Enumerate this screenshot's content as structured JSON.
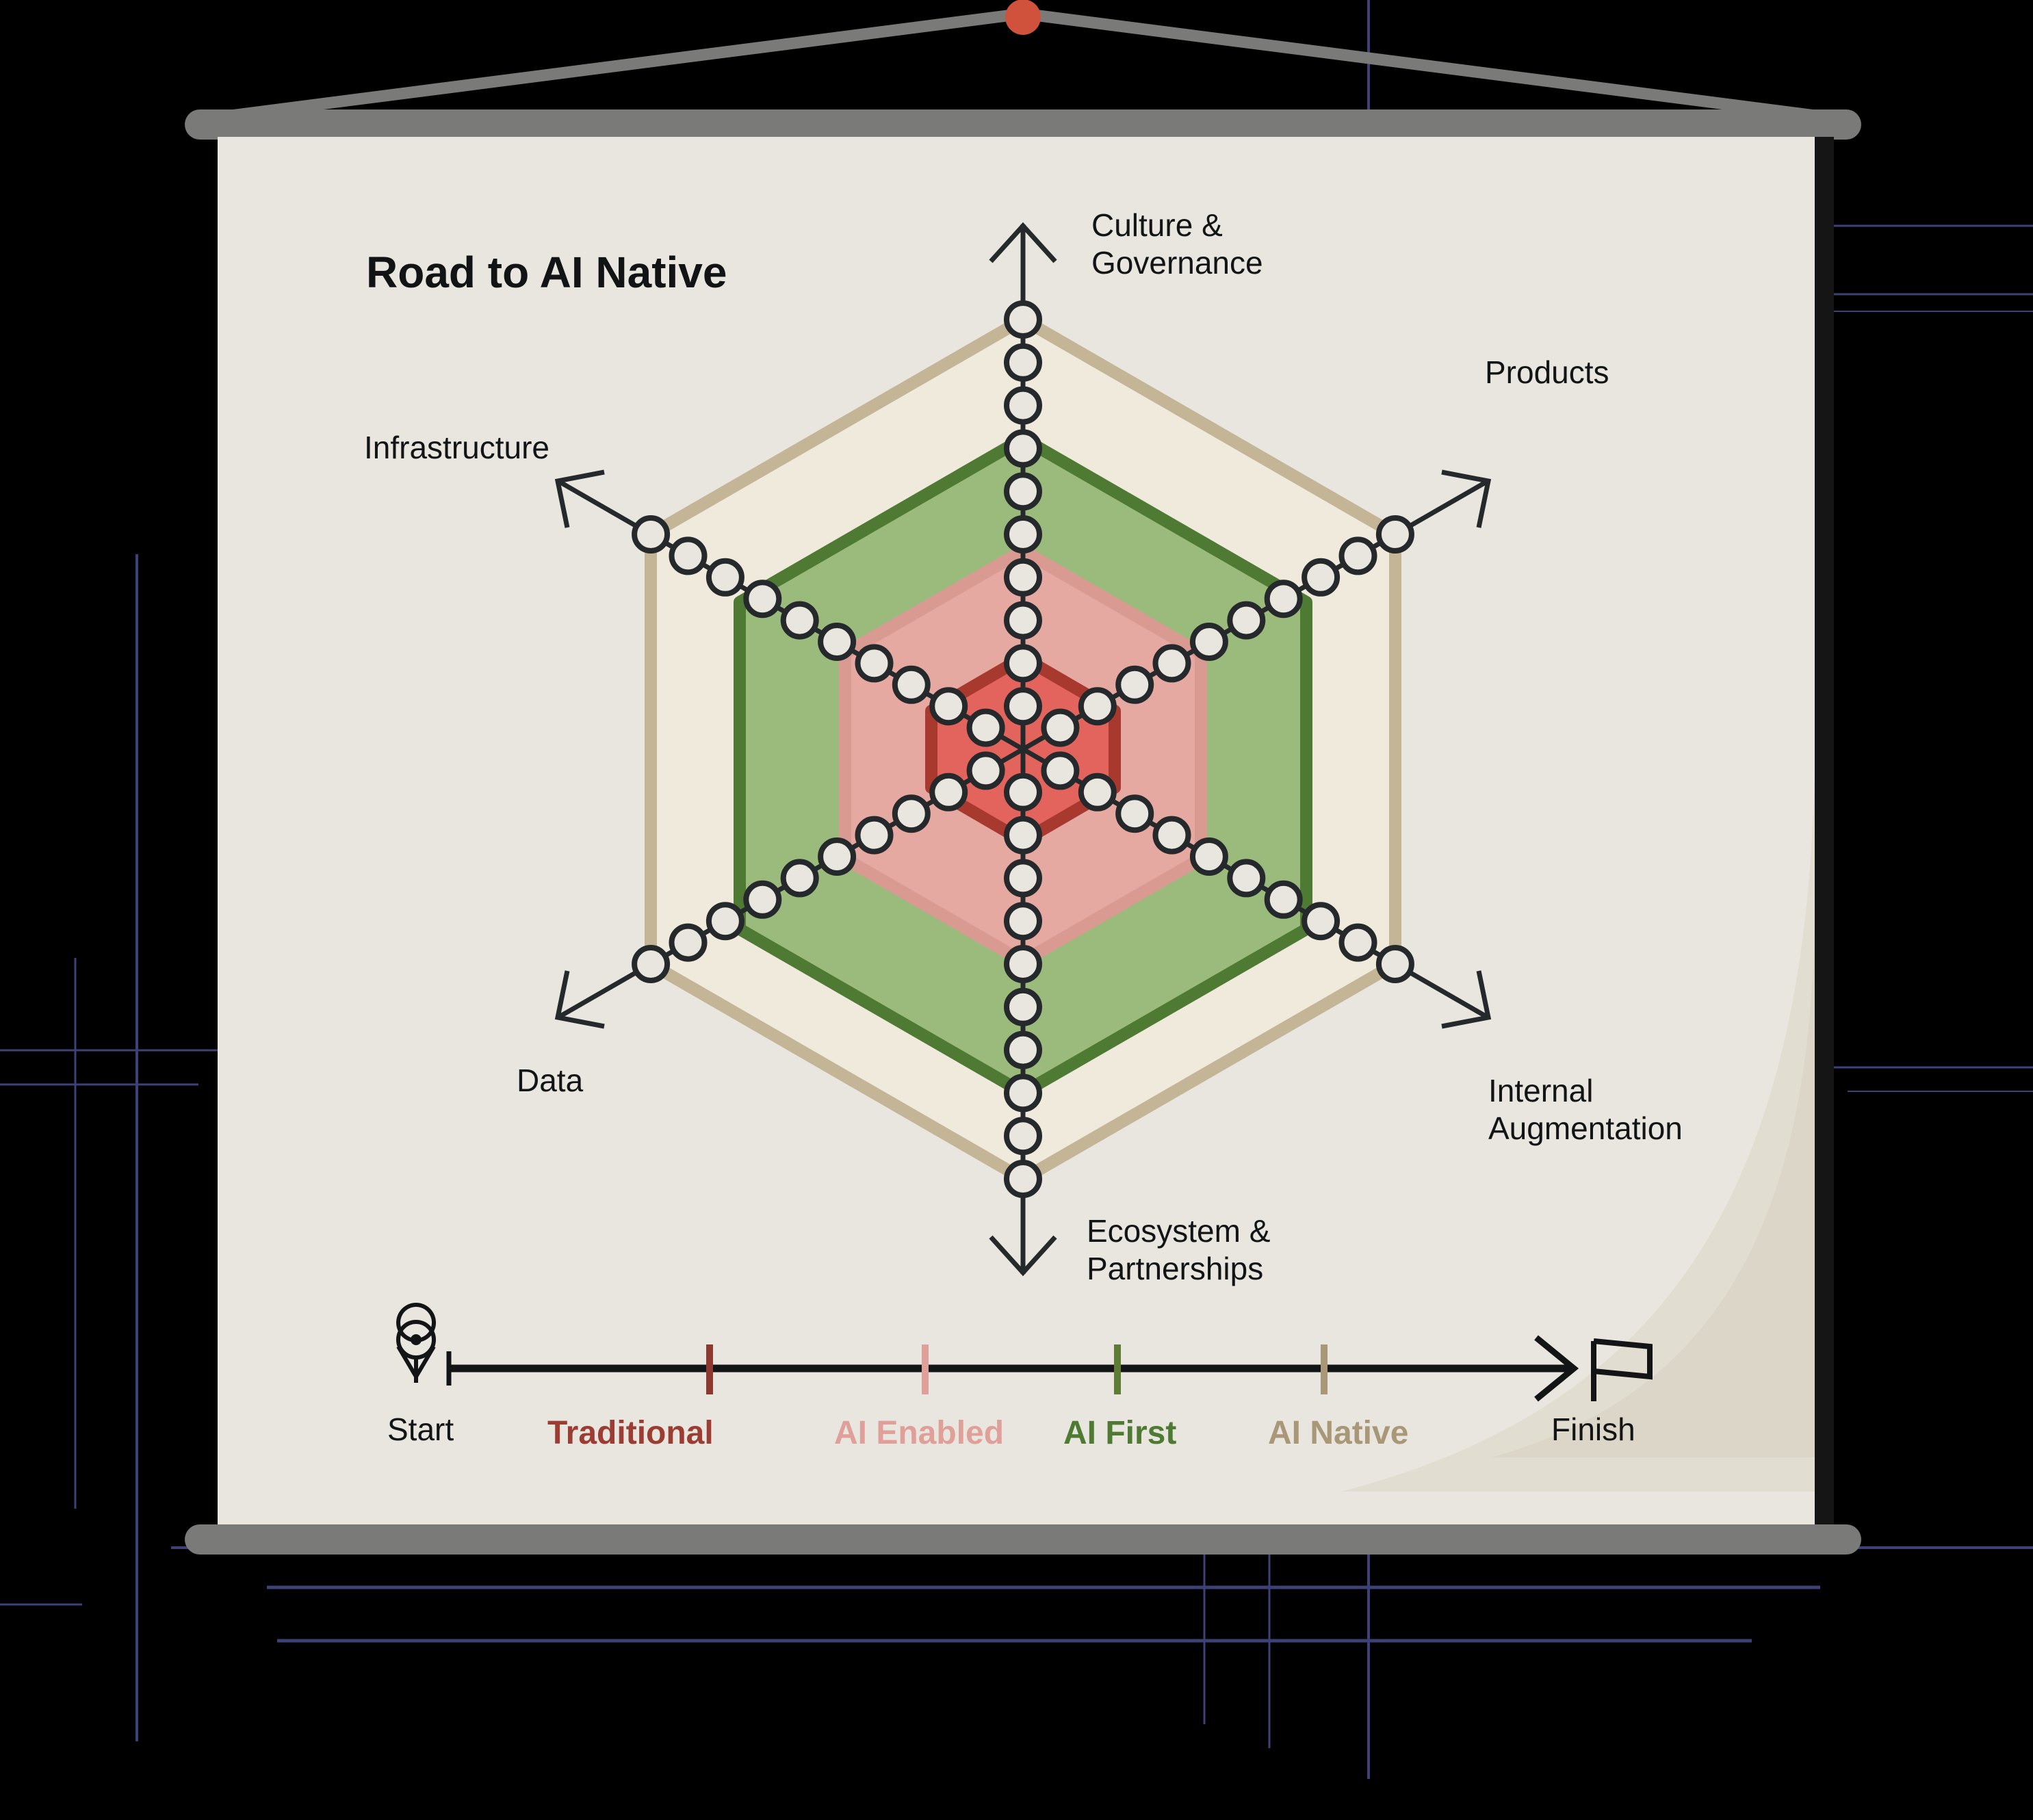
{
  "poster": {
    "title": "Road to AI Native",
    "background_color": "#000000",
    "screen_color": "#E8E6DE",
    "rail_color": "#7A7A78",
    "wire_dot_color": "#D0513C",
    "blueprint_line_color": "#3C4278"
  },
  "chart_data": {
    "type": "radar",
    "title": "Road to AI Native",
    "axes": [
      {
        "label": "Culture & Governance",
        "angle_deg": 90,
        "dots": 10
      },
      {
        "label": "Products",
        "angle_deg": 30,
        "dots": 10
      },
      {
        "label": "Internal Augmentation",
        "angle_deg": -30,
        "dots": 10
      },
      {
        "label": "Ecosystem & Partnerships",
        "angle_deg": -90,
        "dots": 10
      },
      {
        "label": "Data",
        "angle_deg": -150,
        "dots": 10
      },
      {
        "label": "Infrastructure",
        "angle_deg": 150,
        "dots": 10
      }
    ],
    "rings": [
      {
        "name": "Traditional",
        "level": 1,
        "radius": 155,
        "fill": "#E2645C",
        "stroke": "#A8392F"
      },
      {
        "name": "AI Enabled",
        "level": 2,
        "radius": 300,
        "fill": "#E5A9A2",
        "stroke": "#D99A92"
      },
      {
        "name": "AI First",
        "level": 3,
        "radius": 478,
        "fill": "#9BBB7D",
        "stroke": "#4E7A34"
      },
      {
        "name": "AI Native",
        "level": 4,
        "radius": 628,
        "fill": "#F0EADC",
        "stroke": "#C3B596"
      }
    ],
    "grid": "hexagonal",
    "legend_position": "bottom",
    "dot_fill": "#E8E6DE",
    "dot_stroke": "#26292B"
  },
  "legend": {
    "start_label": "Start",
    "finish_label": "Finish",
    "start_icon": "map-pin-icon",
    "finish_icon": "flag-icon",
    "stages": [
      {
        "label": "Traditional",
        "color": "#9B3D33",
        "tick_color": "#8E392F",
        "x_pct": 0.245
      },
      {
        "label": "AI Enabled",
        "color": "#E0A09A",
        "tick_color": "#E0A09A",
        "x_pct": 0.425
      },
      {
        "label": "AI First",
        "color": "#4E7A34",
        "tick_color": "#5E7C36",
        "x_pct": 0.565
      },
      {
        "label": "AI Native",
        "color": "#A89878",
        "tick_color": "#A89878",
        "x_pct": 0.705
      }
    ]
  }
}
